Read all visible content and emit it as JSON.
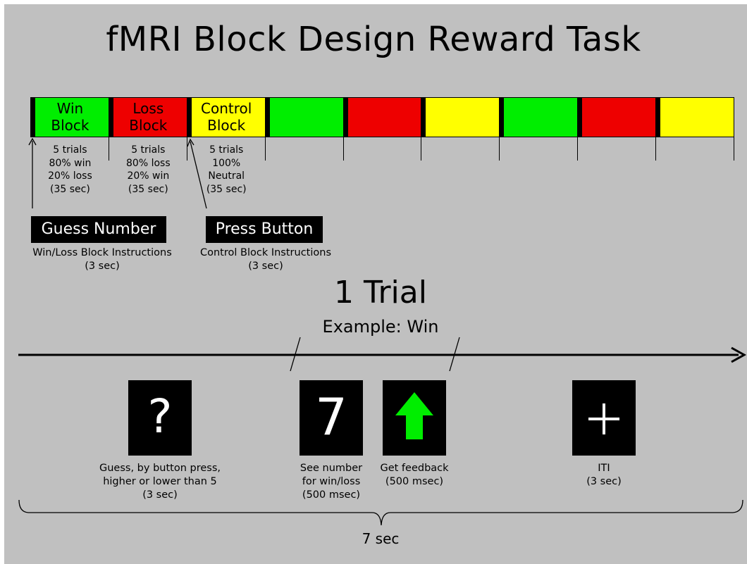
{
  "title": "fMRI Block Design Reward Task",
  "colors": {
    "win": "#00ee00",
    "loss": "#ee0000",
    "control": "#ffff00",
    "background": "#c0c0c0"
  },
  "blocks": [
    {
      "type": "win",
      "label": "Win\nBlock",
      "info": "5 trials\n80% win\n20% loss\n(35 sec)"
    },
    {
      "type": "loss",
      "label": "Loss\nBlock",
      "info": "5 trials\n80% loss\n20% win\n(35 sec)"
    },
    {
      "type": "control",
      "label": "Control\nBlock",
      "info": "5 trials\n100%\nNeutral\n(35 sec)"
    },
    {
      "type": "win"
    },
    {
      "type": "loss"
    },
    {
      "type": "control"
    },
    {
      "type": "win"
    },
    {
      "type": "loss"
    },
    {
      "type": "control"
    }
  ],
  "instructions": [
    {
      "box_label": "Guess Number",
      "caption": "Win/Loss Block Instructions\n(3 sec)"
    },
    {
      "box_label": "Press Button",
      "caption": "Control Block Instructions\n(3 sec)"
    }
  ],
  "trial": {
    "heading": "1 Trial",
    "subheading": "Example: Win",
    "steps": [
      {
        "icon": "question-mark-icon",
        "glyph": "?",
        "caption": "Guess, by button press,\nhigher or lower than 5\n(3 sec)"
      },
      {
        "icon": "number-seven-icon",
        "glyph": "7",
        "caption": "See number\nfor win/loss\n(500 msec)"
      },
      {
        "icon": "green-up-arrow-icon",
        "glyph": "",
        "caption": "Get feedback\n(500 msec)"
      },
      {
        "icon": "fixation-cross-icon",
        "glyph": "+",
        "caption": "ITI\n(3 sec)"
      }
    ],
    "total_duration": "7 sec"
  }
}
